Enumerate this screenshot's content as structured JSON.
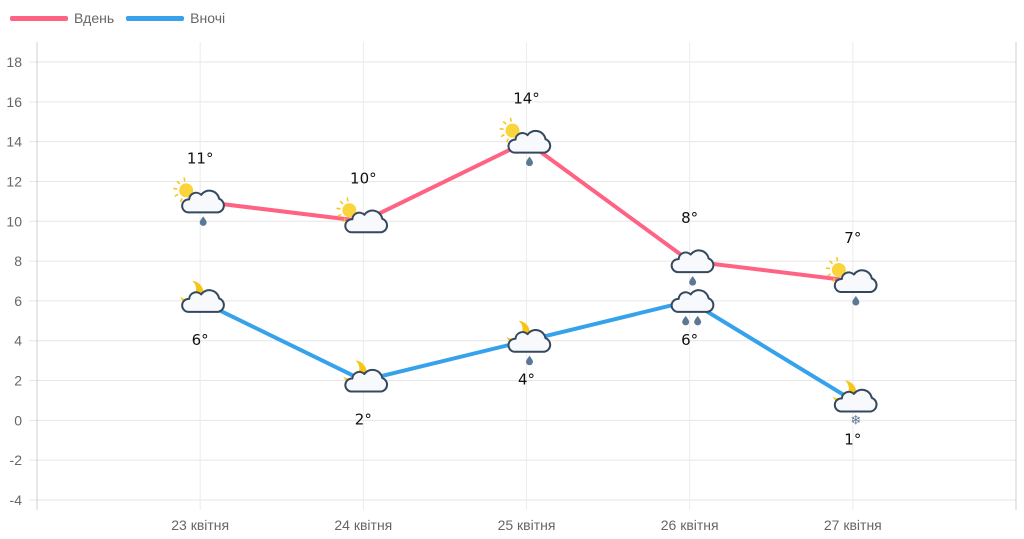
{
  "legend": [
    {
      "label": "Вдень",
      "color": "#ff6384"
    },
    {
      "label": "Вночі",
      "color": "#36a2eb"
    }
  ],
  "chart_data": {
    "type": "line",
    "title": "",
    "xlabel": "",
    "ylabel": "",
    "categories": [
      "23 квітня",
      "24 квітня",
      "25 квітня",
      "26 квітня",
      "27 квітня"
    ],
    "ylim": [
      -4,
      18
    ],
    "yticks": [
      18,
      16,
      14,
      12,
      10,
      8,
      6,
      4,
      2,
      0,
      -2,
      -4
    ],
    "grid": true,
    "legend_position": "top-left",
    "series": [
      {
        "name": "Вдень",
        "color": "#ff6384",
        "values": [
          11,
          10,
          14,
          8,
          7
        ],
        "labels": [
          "11°",
          "10°",
          "14°",
          "8°",
          "7°"
        ],
        "icons": [
          "sun-cloud-rain-icon",
          "sun-cloud-icon",
          "sun-cloud-rain-icon",
          "cloud-rain-icon",
          "sun-cloud-rain-icon"
        ],
        "label_position": "above"
      },
      {
        "name": "Вночі",
        "color": "#36a2eb",
        "values": [
          6,
          2,
          4,
          6,
          1
        ],
        "labels": [
          "6°",
          "2°",
          "4°",
          "6°",
          "1°"
        ],
        "icons": [
          "moon-cloud-icon",
          "moon-cloud-icon",
          "moon-cloud-rain-icon",
          "cloud-heavy-rain-icon",
          "moon-cloud-snow-icon"
        ],
        "label_position": "below"
      }
    ]
  }
}
